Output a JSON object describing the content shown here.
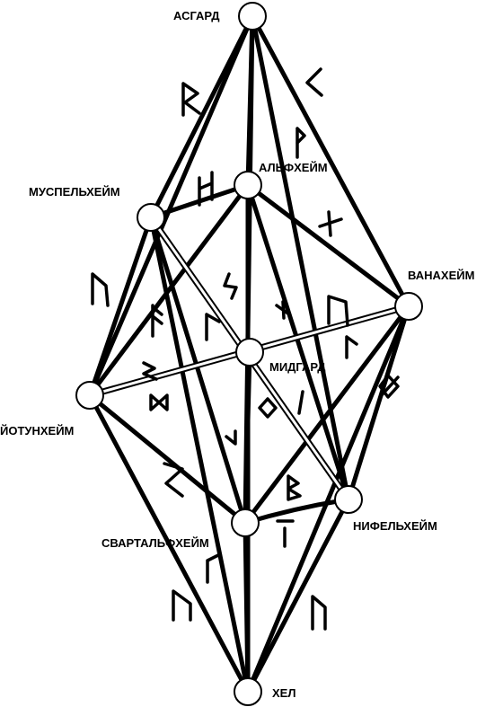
{
  "nodes": {
    "asgard": "АСГАРД",
    "alfheim": "АЛЬФХЕЙМ",
    "muspelheim": "МУСПЕЛЬХЕЙМ",
    "vanaheim": "ВАНАХЕЙМ",
    "midgard": "МИДГАРД",
    "jotunheim": "ЙОТУНХЕЙМ",
    "niflheim": "НИФЕЛЬХЕЙМ",
    "svartalfheim": "СВАРТАЛЬФХЕЙМ",
    "hel": "ХЕЛ"
  }
}
